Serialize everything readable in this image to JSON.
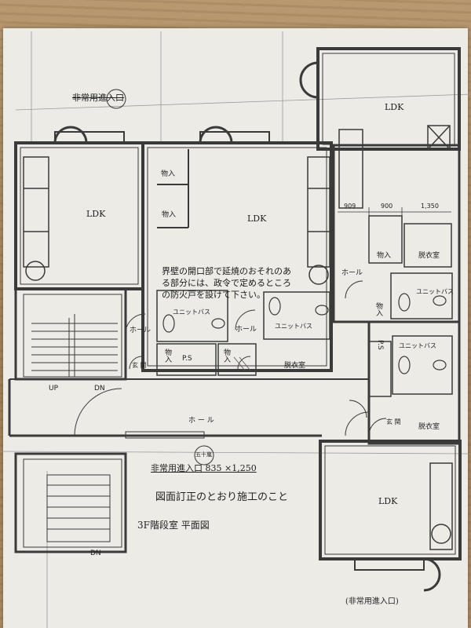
{
  "labels": {
    "ldk_top_right": "LDK",
    "ldk_left": "LDK",
    "ldk_center": "LDK",
    "ldk_bottom_right": "LDK",
    "storage_1": "物入",
    "storage_2": "物入",
    "storage_3": "物入",
    "storage_4": "物入",
    "storage_5": "物入",
    "storage_6": "物入",
    "dressing_1": "脱衣室",
    "dressing_2": "脱衣室",
    "dressing_3": "脱衣室",
    "unit_bath_1": "ユニットバス",
    "unit_bath_2": "ユニットバス",
    "unit_bath_3": "ユニットバス",
    "unit_bath_4": "ユニットバス",
    "hall_1": "ホール",
    "hall_2": "ホール",
    "hall_3": "ホール",
    "hall_main": "ホ ー ル",
    "ps_1": "P.S",
    "ps_2": "P.S",
    "genkan_1": "玄 関",
    "genkan_2": "玄 関",
    "up": "UP",
    "dn_1": "DN",
    "dn_2": "DN",
    "dim_1": "909",
    "dim_2": "900",
    "dim_3": "1,350",
    "emergency_top": "非常用進入口",
    "emergency_bottom": "非常用進入口 835 ×1,250",
    "fire_note": "界壁の開口部で延焼のおそれのある部分には、政令で定めるところの防火戸を設けて下さい。",
    "correction_note": "図面訂正のとおり施工のこと",
    "drawing_title": "3F階段室 平面図",
    "stamp": "五十嵐",
    "bottom_scrawl": "(非常用進入口)"
  }
}
